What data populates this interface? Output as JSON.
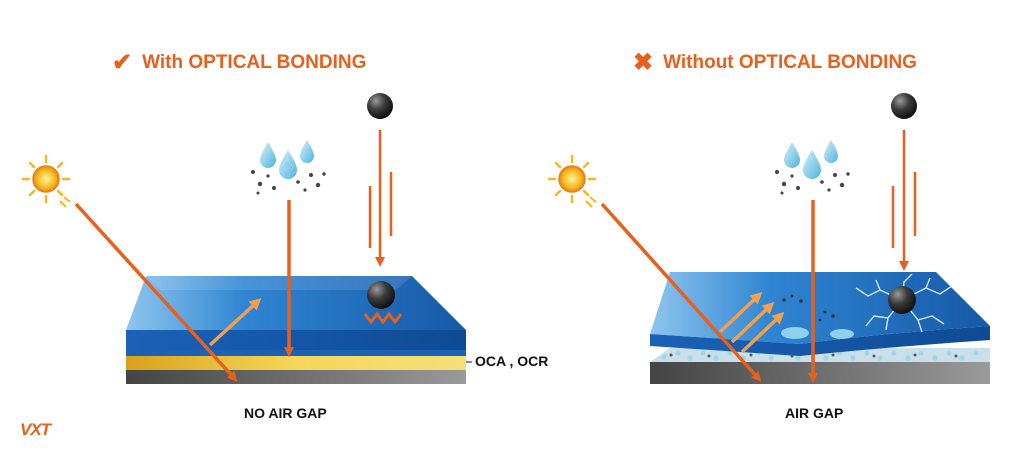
{
  "left_panel": {
    "title": "With OPTICAL BONDING",
    "title_icon": "check-icon",
    "layer_label": "OCA , OCR",
    "caption": "NO AIR GAP"
  },
  "right_panel": {
    "title": "Without OPTICAL BONDING",
    "title_icon": "cross-icon",
    "caption": "AIR GAP"
  },
  "logo": "VXT",
  "colors": {
    "accent": "#e8601c",
    "glass": "#1f6fc0",
    "adhesive": "#f3c22b",
    "base": "#5a5a5a"
  }
}
